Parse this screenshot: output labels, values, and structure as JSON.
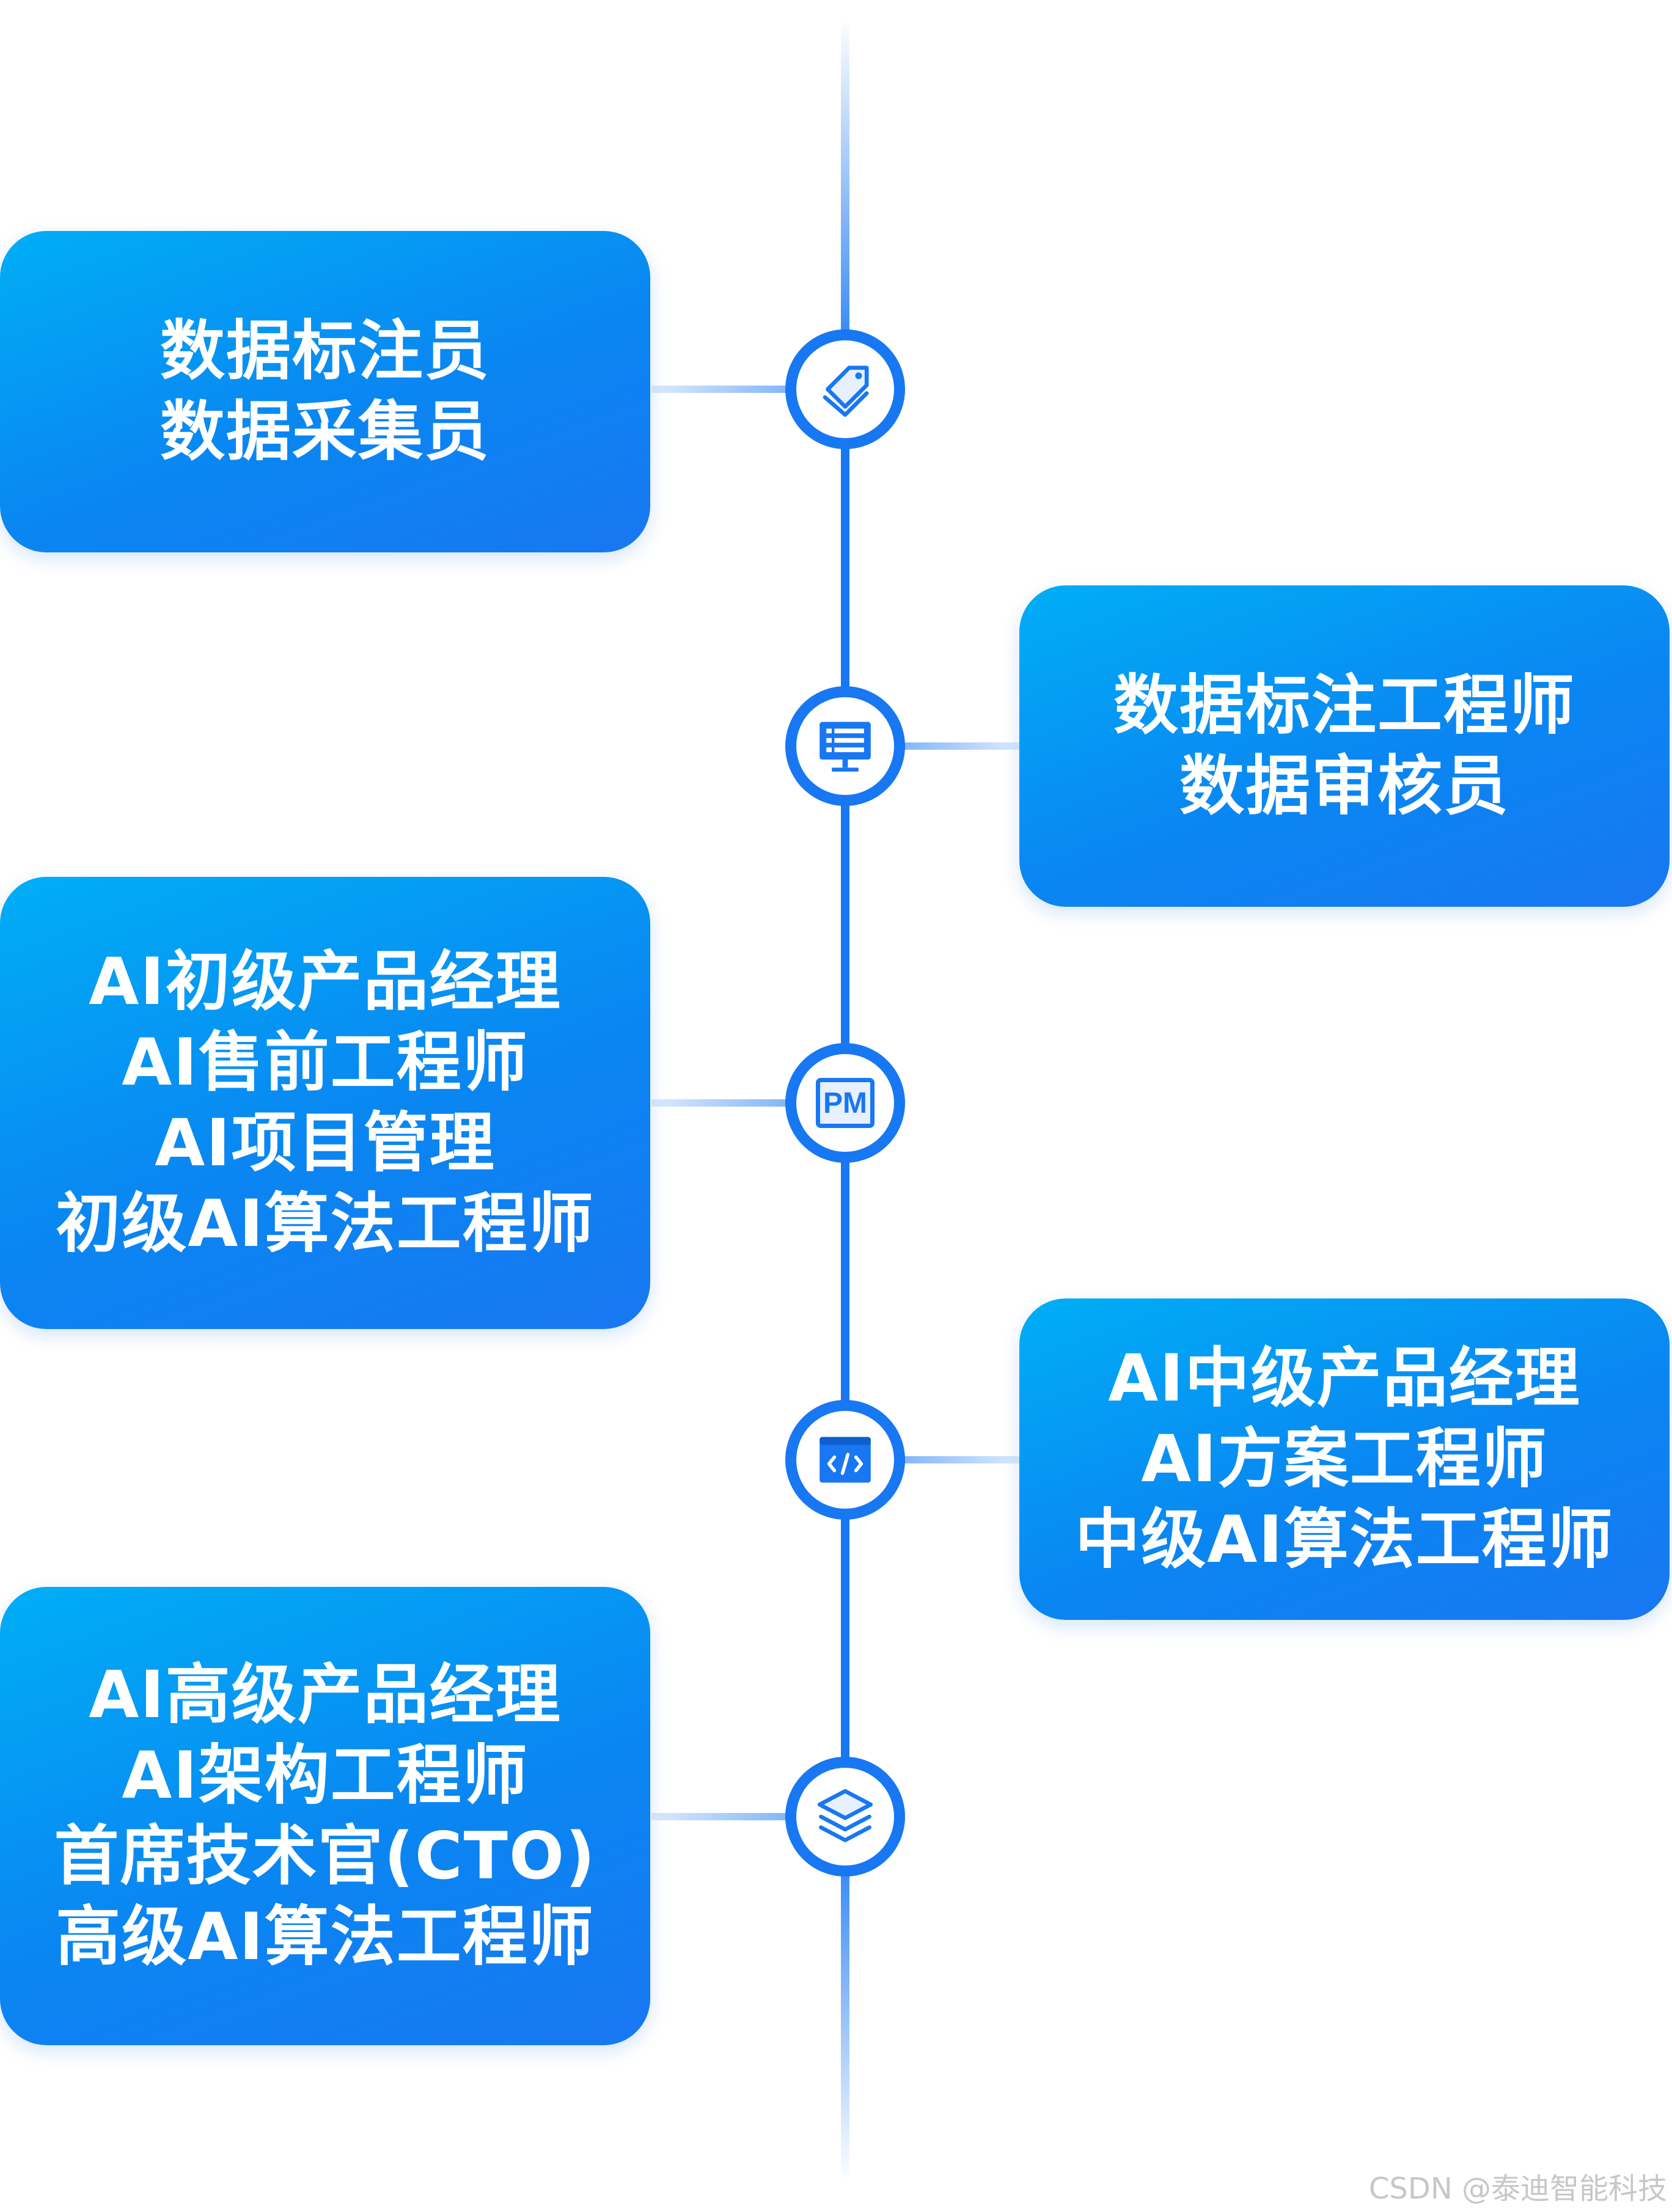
{
  "stages": [
    {
      "side": "left",
      "icon": "tag-icon",
      "lines": [
        "数据标注员",
        "数据采集员"
      ]
    },
    {
      "side": "right",
      "icon": "monitor-list-icon",
      "lines": [
        "数据标注工程师",
        "数据审核员"
      ]
    },
    {
      "side": "left",
      "icon": "pm-icon",
      "icon_text": "PM",
      "lines": [
        "AI初级产品经理",
        "AI售前工程师",
        "AI项目管理",
        "初级AI算法工程师"
      ]
    },
    {
      "side": "right",
      "icon": "code-window-icon",
      "lines": [
        "AI中级产品经理",
        "AI方案工程师",
        "中级AI算法工程师"
      ]
    },
    {
      "side": "left",
      "icon": "layers-icon",
      "lines": [
        "AI高级产品经理",
        "AI架构工程师",
        "首席技术官(CTO)",
        "高级AI算法工程师"
      ]
    }
  ],
  "watermark": "CSDN @泰迪智能科技",
  "colors": {
    "accent": "#1877f2",
    "box_top": "#00aef5",
    "box_bottom": "#1877f2",
    "line": "#1877f2"
  }
}
